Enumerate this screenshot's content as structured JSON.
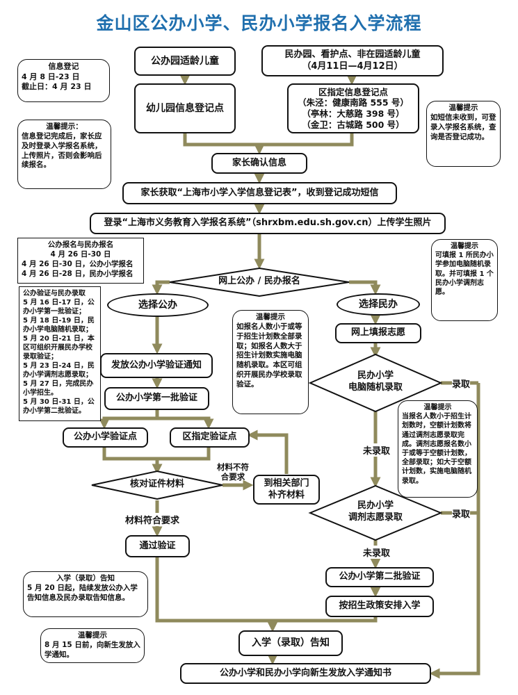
{
  "title": "金山区公办小学、民办小学报名入学流程",
  "nodes": {
    "public_kids": "公办园适龄儿童",
    "private_kids_line1": "民办园、看护点、非在园适龄儿童",
    "private_kids_line2": "（4月11日—4月12日）",
    "kg_reg": "幼儿园信息登记点",
    "district_reg": [
      "区指定信息登记点",
      "（朱泾：健康南路 555 号）",
      "（亭林：大慈路 398 号）",
      "（金卫：古城路 500 号）"
    ],
    "parent_confirm": "家长确认信息",
    "parent_get_form": "家长获取“上海市小学入学信息登记表”，收到登记成功短信",
    "login": "登录“上海市义务教育入学报名系统”（shrxbm.edu.sh.gov.cn）上传学生照片",
    "online_apply": "网上公办 / 民办报名",
    "choose_public": "选择公办",
    "choose_private": "选择民办",
    "fill_wish": "网上填报志愿",
    "private_lottery": [
      "民办小学",
      "电脑随机录取"
    ],
    "issue_notice": "发放公办小学验证通知",
    "public_batch1": "公办小学第一批验证",
    "public_verify_pt": "公办小学验证点",
    "district_verify_pt": "区指定验证点",
    "check_docs": "核对证件材料",
    "dept_supplement": [
      "到相关部门",
      "补齐材料"
    ],
    "pass_verify": "通过验证",
    "private_adjust": [
      "民办小学",
      "调剂志愿录取"
    ],
    "public_batch2": "公办小学第二批验证",
    "arrange": "按招生政策安排入学",
    "admission_notice": "入学（录取）告知",
    "final_notice": "公办小学和民办小学向新生发放入学通知书"
  },
  "labels": {
    "not_meet": [
      "材料不符",
      "合要求"
    ],
    "meet": "材料符合要求",
    "admitted": "录取",
    "not_admitted": "未录取"
  },
  "notes": {
    "reg_info": [
      "信息登记",
      "4 月 8 日-23 日",
      "截止日：4 月 23 日"
    ],
    "tip_upload": [
      "温馨提示：",
      "信息登记完成后，家长应及时登录入学报名系统，上传照片，否则会影响后续报名。"
    ],
    "tip_sms": [
      "温馨提示",
      "如短信未收到，可登录入学报名系统，查询是否登记成功。"
    ],
    "apply_period": [
      "公办报名与民办报名",
      "4 月 26 日-30 日",
      "4 月 26 日-30 日，公办小学报名",
      "4 月 26 日-28 日，民办小学报名"
    ],
    "verify_schedule": [
      "公办验证与民办录取",
      "5 月 16 日-17 日，公办小学第一批验证；",
      "5 月 18 日-19 日，民办小学电脑随机录取；",
      "5 月 20 日-21 日，本区可组织开展民办学校录取验证；",
      "5 月 23 日-24 日，民办小学调剂志愿录取；",
      "5 月 27 日，完成民办小学招生。",
      "5 月 30 日-31 日，公办小学第二批验证。"
    ],
    "tip_fill1": [
      "温馨提示",
      "可填报 1 所民办小学参加电脑随机录取。并可填报 1 个民办小学调剂志愿。"
    ],
    "tip_lottery": [
      "温馨提示",
      "如报名人数小于或等于招生计划数全部录取；如报名人数大于招生计划数实施电脑随机录取。本区可组织开展民办学校录取验证。"
    ],
    "tip_adjust": [
      "温馨提示",
      "当报名人数小于招生计划数时，空额计划数将通过调剂志愿录取完成。调剂志愿报名数小于或等于空额计划数，全部录取；如大于空额计划数，实施电脑随机录取。"
    ],
    "admission_info": [
      "入学（录取）告知",
      "5 月 20 日起，陆续发放公办入学告知信息及民办录取告知信息。"
    ],
    "tip_notice": [
      "温馨提示",
      "8 月 15 日前，向新生发放入学通知。"
    ]
  },
  "colors": {
    "title": "#1f6fae",
    "arrow": "#8f8a5c",
    "border": "#111111"
  }
}
